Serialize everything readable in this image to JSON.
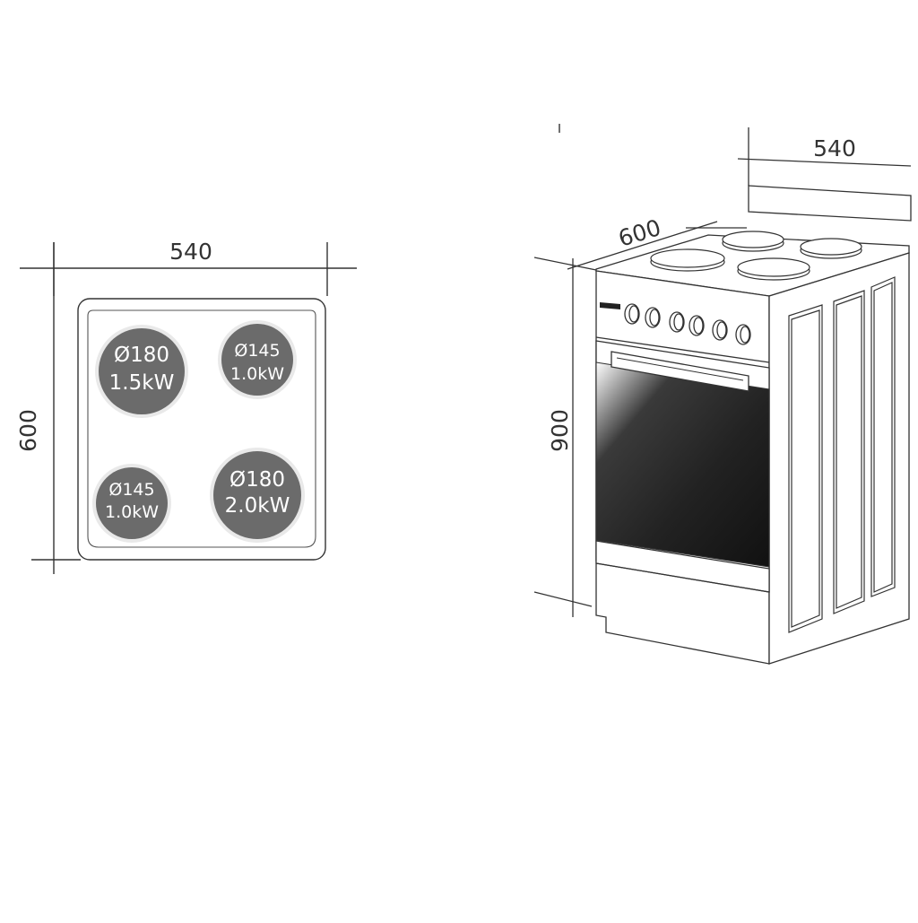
{
  "top_view": {
    "width_label": "540",
    "depth_label": "600",
    "hobs": [
      {
        "diameter": "Ø180",
        "power": "1.5kW"
      },
      {
        "diameter": "Ø145",
        "power": "1.0kW"
      },
      {
        "diameter": "Ø145",
        "power": "1.0kW"
      },
      {
        "diameter": "Ø180",
        "power": "2.0kW"
      }
    ]
  },
  "cooker_view": {
    "width_label": "540",
    "depth_label": "600",
    "height_label": "900",
    "knob_count": 6
  },
  "colors": {
    "line": "#333333",
    "hob_fill": "#6b6b6b",
    "hob_ring": "#e9e9e9",
    "panel_stroke": "#555555"
  }
}
